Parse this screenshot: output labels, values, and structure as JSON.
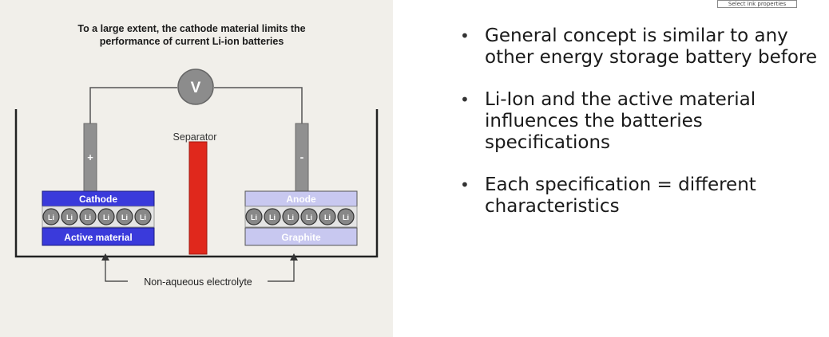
{
  "tooltip": {
    "text": "Select ink properties"
  },
  "diagram": {
    "title_line1": "To a large extent, the cathode material limits the",
    "title_line2": "performance of current Li-ion batteries",
    "voltmeter_label": "V",
    "separator_label": "Separator",
    "plus_label": "+",
    "minus_label": "-",
    "cathode_label": "Cathode",
    "active_material_label": "Active material",
    "anode_label": "Anode",
    "graphite_label": "Graphite",
    "ion_label": "Li",
    "electrolyte_label": "Non-aqueous electrolyte",
    "colors": {
      "cathode": "#3a3adb",
      "anode": "#c8c8f0",
      "separator": "#e0281c",
      "electrode_rod": "#909090",
      "voltmeter": "#8c8c8c",
      "background": "#f1efea"
    }
  },
  "bullets": [
    {
      "text": "General concept is similar to any other energy storage  battery before"
    },
    {
      "text": "Li-Ion and the active material influences the batteries specifications"
    },
    {
      "text": "Each specification = different characteristics"
    }
  ]
}
